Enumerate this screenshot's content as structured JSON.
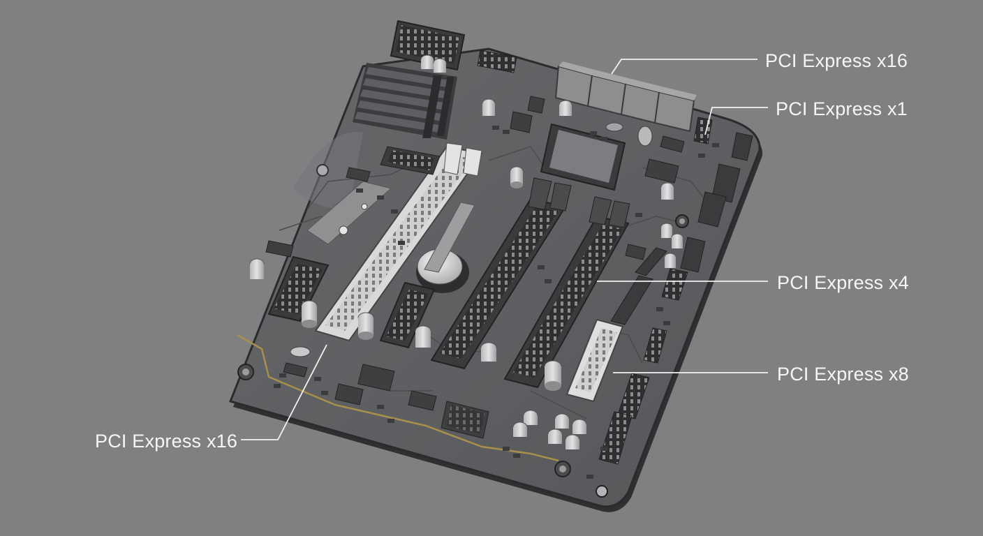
{
  "callouts": [
    {
      "id": "x16-top",
      "text": "PCI Express x16"
    },
    {
      "id": "x1",
      "text": "PCI Express x1"
    },
    {
      "id": "x4",
      "text": "PCI Express x4"
    },
    {
      "id": "x8",
      "text": "PCI Express x8"
    },
    {
      "id": "x16-bottom",
      "text": "PCI Express x16"
    }
  ],
  "colors": {
    "background": "#7e8082",
    "board": "#5b5d5f",
    "board_edge": "#2f3031",
    "trace_gold": "#a8904a",
    "slot_highlight": "#e6e6e6",
    "callout_text": "#f6f6f6"
  }
}
